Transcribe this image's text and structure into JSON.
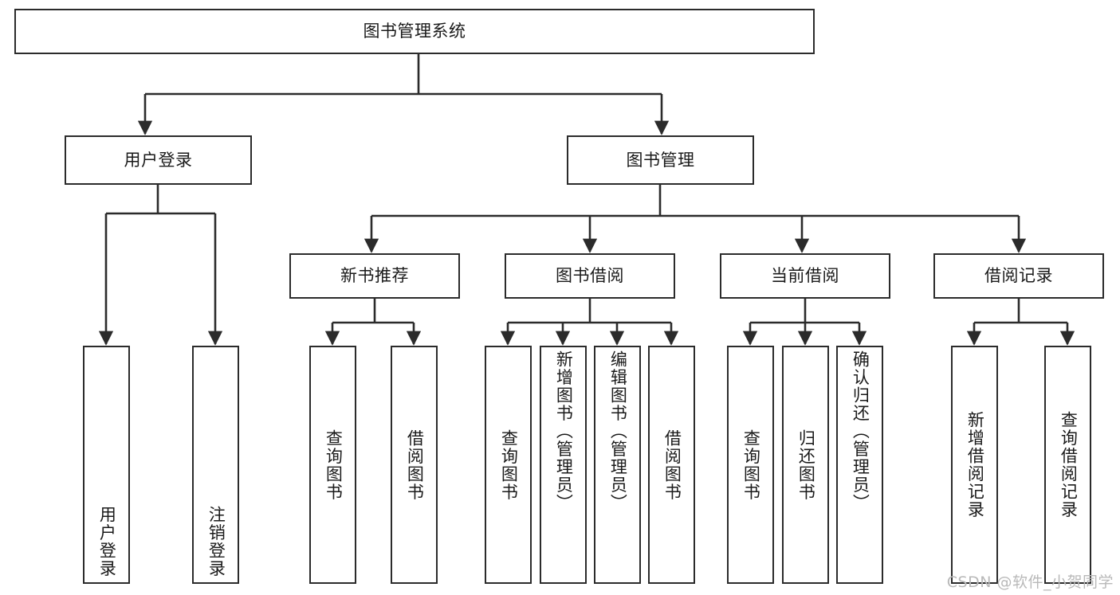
{
  "diagram": {
    "title": "图书管理系统",
    "type": "tree",
    "root": {
      "id": "root",
      "label": "图书管理系统"
    },
    "level2": [
      {
        "id": "user-login",
        "label": "用户登录"
      },
      {
        "id": "book-manage",
        "label": "图书管理"
      }
    ],
    "level3": [
      {
        "id": "new-book-recommend",
        "label": "新书推荐"
      },
      {
        "id": "book-borrow",
        "label": "图书借阅"
      },
      {
        "id": "current-borrow",
        "label": "当前借阅"
      },
      {
        "id": "borrow-record",
        "label": "借阅记录"
      }
    ],
    "leaves": {
      "user_login": [
        {
          "id": "leaf-user-login",
          "label": "用户登录"
        },
        {
          "id": "leaf-logout",
          "label": "注销登录"
        }
      ],
      "new_book_recommend": [
        {
          "id": "leaf-query-book-1",
          "label": "查询图书"
        },
        {
          "id": "leaf-borrow-book-1",
          "label": "借阅图书"
        }
      ],
      "book_borrow": [
        {
          "id": "leaf-query-book-2",
          "label": "查询图书"
        },
        {
          "id": "leaf-add-book",
          "label": "新增图书（管理员）"
        },
        {
          "id": "leaf-edit-book",
          "label": "编辑图书（管理员）"
        },
        {
          "id": "leaf-borrow-book-2",
          "label": "借阅图书"
        }
      ],
      "current_borrow": [
        {
          "id": "leaf-query-book-3",
          "label": "查询图书"
        },
        {
          "id": "leaf-return-book",
          "label": "归还图书"
        },
        {
          "id": "leaf-confirm-return",
          "label": "确认归还（管理员）"
        }
      ],
      "borrow_record": [
        {
          "id": "leaf-add-record",
          "label": "新增借阅记录"
        },
        {
          "id": "leaf-query-record",
          "label": "查询借阅记录"
        }
      ]
    }
  },
  "watermark": {
    "text": "CSDN @软件_小贺同学"
  },
  "colors": {
    "stroke": "#2b2b2b",
    "background": "#ffffff",
    "text": "#1a1a1a",
    "watermark": "#b9b9b9"
  }
}
